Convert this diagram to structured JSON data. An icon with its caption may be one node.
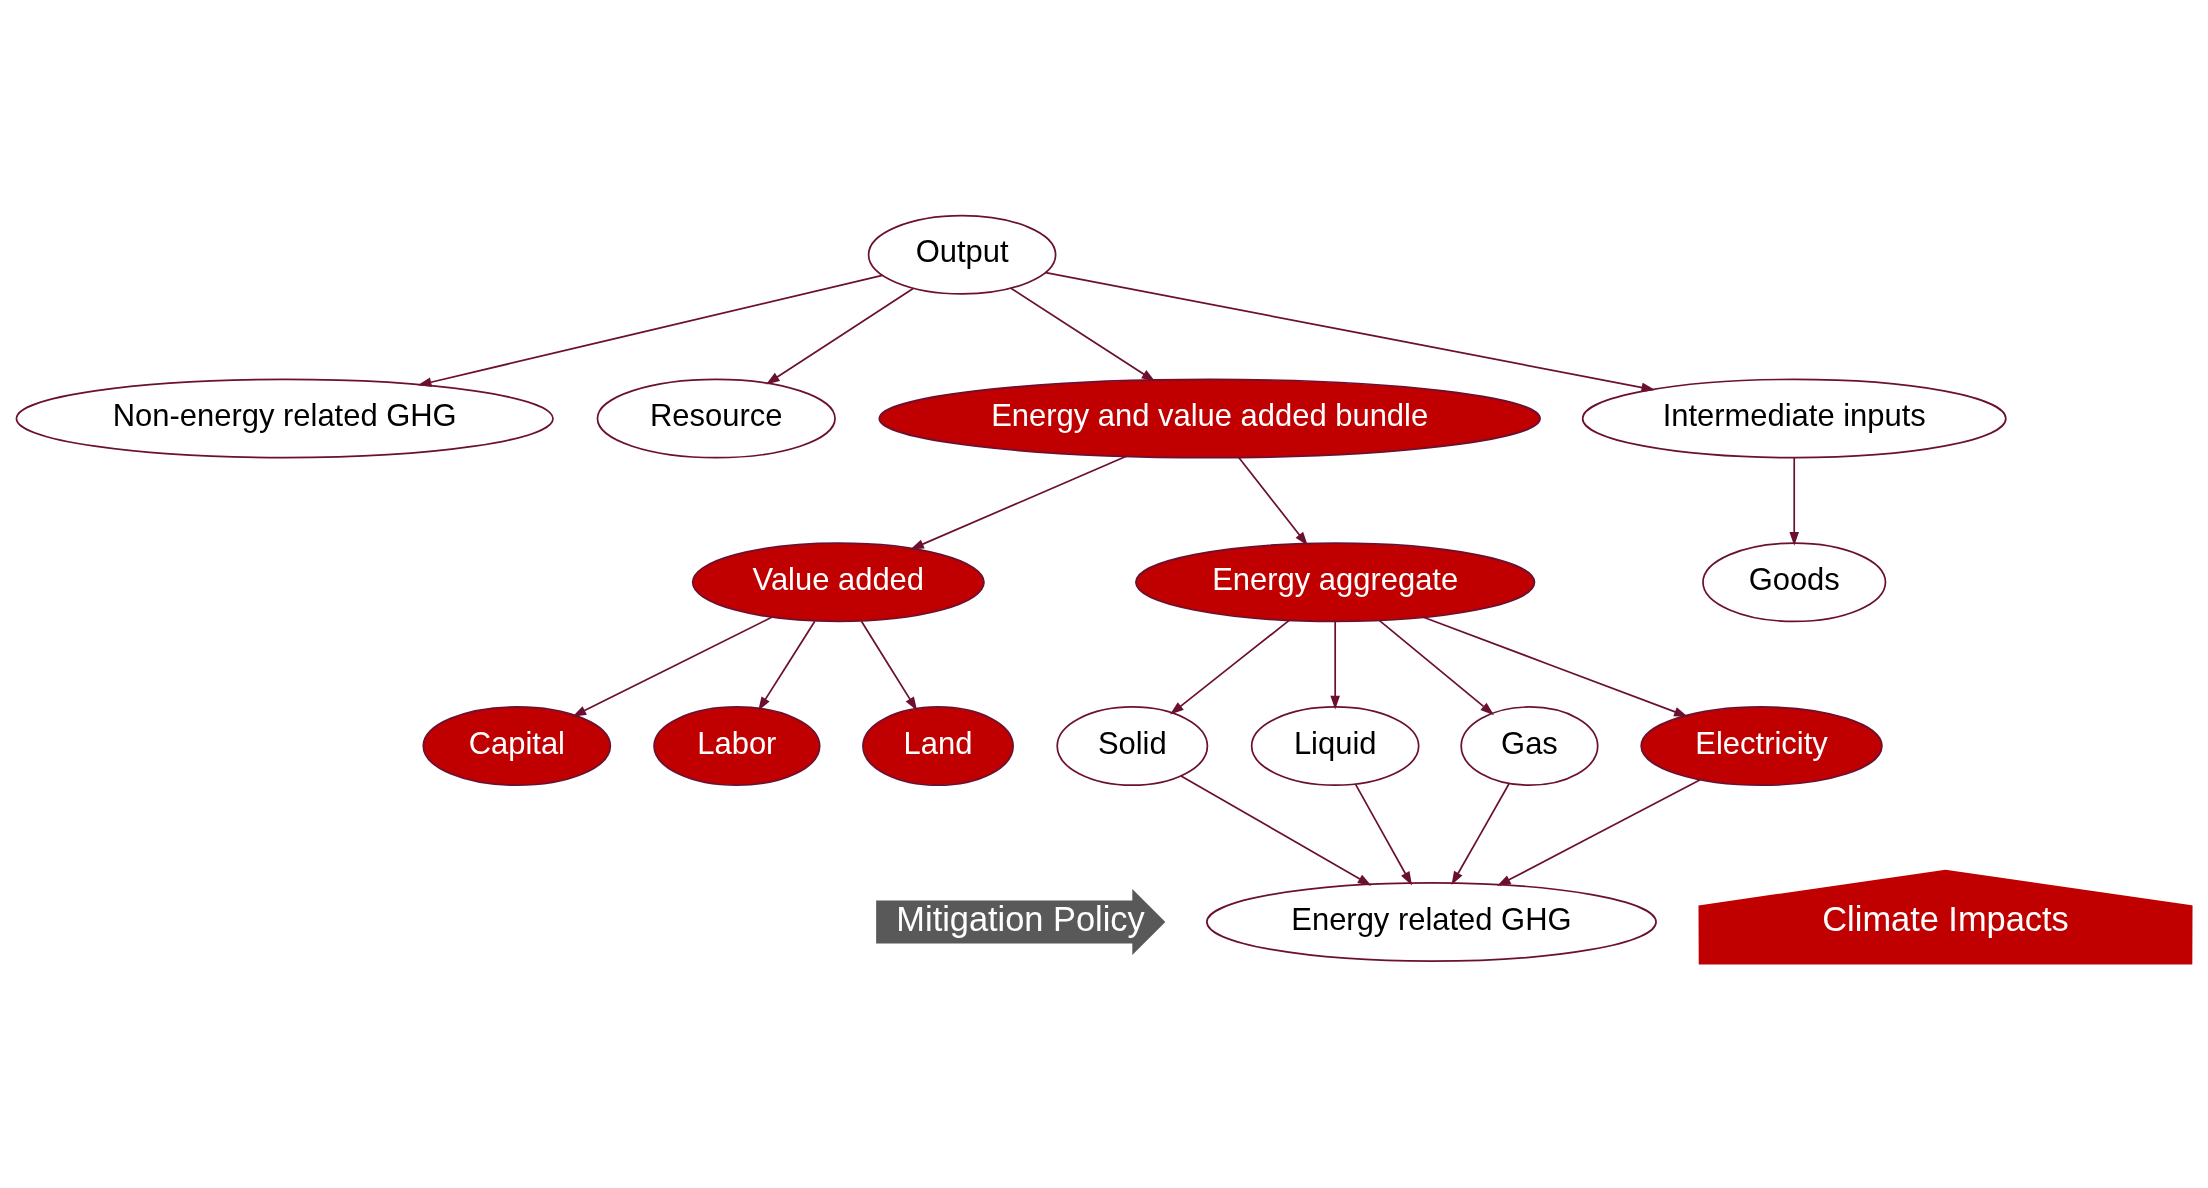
{
  "diagram": {
    "nodes": [
      {
        "text": [
          "Output"
        ]
      },
      {
        "text": [
          "Non-energy related GHG"
        ]
      },
      {
        "text": [
          "Resource"
        ]
      },
      {
        "text": [
          "Energy and value added bundle"
        ]
      },
      {
        "text": [
          "Intermediate inputs"
        ]
      },
      {
        "text": [
          "Value added"
        ]
      },
      {
        "text": [
          "Energy aggregate"
        ]
      },
      {
        "text": [
          "Goods"
        ]
      },
      {
        "text": [
          "Capital"
        ]
      },
      {
        "text": [
          "Labor"
        ]
      },
      {
        "text": [
          "Land"
        ]
      },
      {
        "text": [
          "Solid"
        ]
      },
      {
        "text": [
          "Liquid"
        ]
      },
      {
        "text": [
          "Gas"
        ]
      },
      {
        "text": [
          "Electricity"
        ]
      },
      {
        "text": [
          "Energy related GHG"
        ]
      },
      {
        "text": [
          "Mitigation Policy"
        ]
      },
      {
        "text": [
          "Climate Impacts"
        ]
      }
    ],
    "edges": [
      {
        "from": 0,
        "to": 1,
        "arrow": "to"
      },
      {
        "from": 0,
        "to": 2,
        "arrow": "to"
      },
      {
        "from": 0,
        "to": 3,
        "arrow": "to"
      },
      {
        "from": 0,
        "to": 4,
        "arrow": "to"
      },
      {
        "from": 3,
        "to": 5,
        "arrow": "to"
      },
      {
        "from": 3,
        "to": 6,
        "arrow": "to"
      },
      {
        "from": 4,
        "to": 7,
        "arrow": "to"
      },
      {
        "from": 5,
        "to": 8,
        "arrow": "to"
      },
      {
        "from": 5,
        "to": 9,
        "arrow": "to"
      },
      {
        "from": 5,
        "to": 10,
        "arrow": "to"
      },
      {
        "from": 6,
        "to": 11,
        "arrow": "to"
      },
      {
        "from": 6,
        "to": 12,
        "arrow": "to"
      },
      {
        "from": 6,
        "to": 13,
        "arrow": "to"
      },
      {
        "from": 6,
        "to": 14,
        "arrow": "to"
      },
      {
        "from": 11,
        "to": 15,
        "arrow": "to"
      },
      {
        "from": 12,
        "to": 15,
        "arrow": "to"
      },
      {
        "from": 13,
        "to": 15,
        "arrow": "to"
      },
      {
        "from": 14,
        "to": 15,
        "arrow": "to"
      }
    ]
  }
}
